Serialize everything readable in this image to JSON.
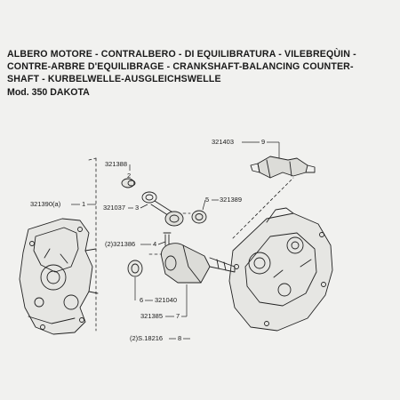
{
  "title": {
    "lines": [
      "ALBERO MOTORE - CONTRALBERO - DI EQUILIBRATURA - VILEBREQÙIN -",
      "CONTRE-ARBRE D'EQUILIBRAGE - CRANKSHAFT-BALANCING COUNTER-",
      "SHAFT - KURBELWELLE-AUSGLEICHSWELLE"
    ],
    "model": "Mod. 350 DAKOTA"
  },
  "callouts": [
    {
      "id": "c9",
      "part": "321403",
      "ref": "9"
    },
    {
      "id": "c2",
      "part": "321388",
      "ref": "2"
    },
    {
      "id": "c5",
      "part": "321389",
      "ref": "5"
    },
    {
      "id": "c1",
      "part": "321390(a)",
      "ref": "1"
    },
    {
      "id": "c3",
      "part": "321037",
      "ref": "3"
    },
    {
      "id": "c4",
      "part": "(2)321386",
      "ref": "4"
    },
    {
      "id": "c6",
      "part": "321040",
      "ref": "6"
    },
    {
      "id": "c7",
      "part": "321385",
      "ref": "7"
    },
    {
      "id": "c8",
      "part": "(2)S.18216",
      "ref": "8"
    }
  ]
}
